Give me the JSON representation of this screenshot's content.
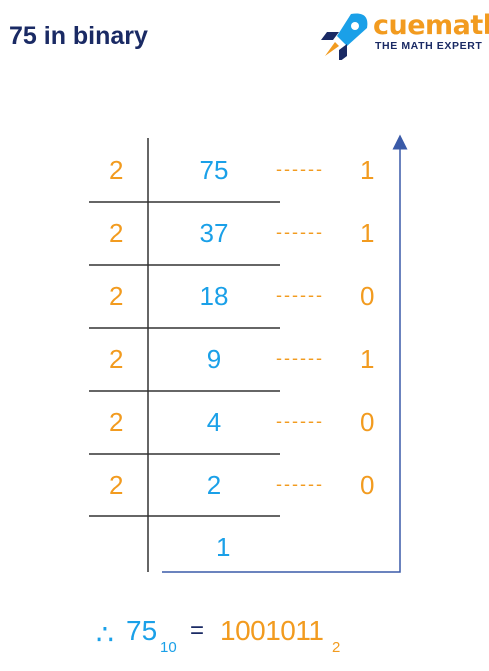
{
  "page": {
    "title": "75 in binary"
  },
  "brand": {
    "name": "cuemath",
    "tagline": "THE MATH EXPERT",
    "logo_icon": "rocket-icon",
    "colors": {
      "orange": "#f29b1f",
      "navy": "#1a2a64",
      "blue": "#1aa0e8"
    }
  },
  "division": {
    "divisor": "2",
    "dots": "------",
    "rows": [
      {
        "divisor": "2",
        "value": "75",
        "remainder": "1"
      },
      {
        "divisor": "2",
        "value": "37",
        "remainder": "1"
      },
      {
        "divisor": "2",
        "value": "18",
        "remainder": "0"
      },
      {
        "divisor": "2",
        "value": "9",
        "remainder": "1"
      },
      {
        "divisor": "2",
        "value": "4",
        "remainder": "0"
      },
      {
        "divisor": "2",
        "value": "2",
        "remainder": "0"
      }
    ],
    "final_quotient": "1"
  },
  "result": {
    "therefore": "∴",
    "decimal": "75",
    "decimal_base": "10",
    "equals": "=",
    "binary": "1001011",
    "binary_base": "2"
  }
}
